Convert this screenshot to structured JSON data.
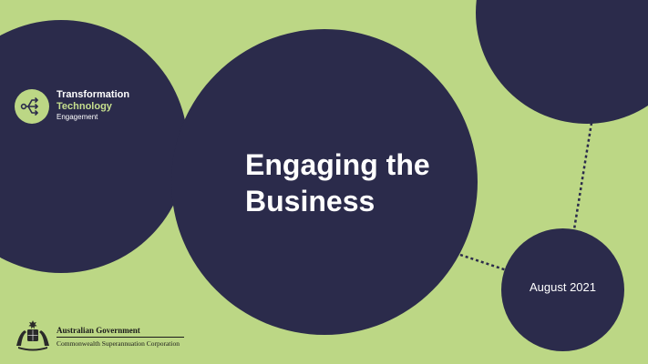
{
  "slide": {
    "background_color": "#bcd785",
    "circle_color": "#2b2b4b",
    "accent_color": "#c6df8e",
    "title_lines": [
      "Engaging the",
      "Business"
    ],
    "date": "August 2021"
  },
  "logo": {
    "icon": "branching-arrows-icon",
    "line1": "Transformation",
    "line2": "Technology",
    "line3": "Engagement"
  },
  "footer": {
    "icon": "coat-of-arms-icon",
    "line1": "Australian Government",
    "line2": "Commonwealth Superannuation Corporation"
  }
}
